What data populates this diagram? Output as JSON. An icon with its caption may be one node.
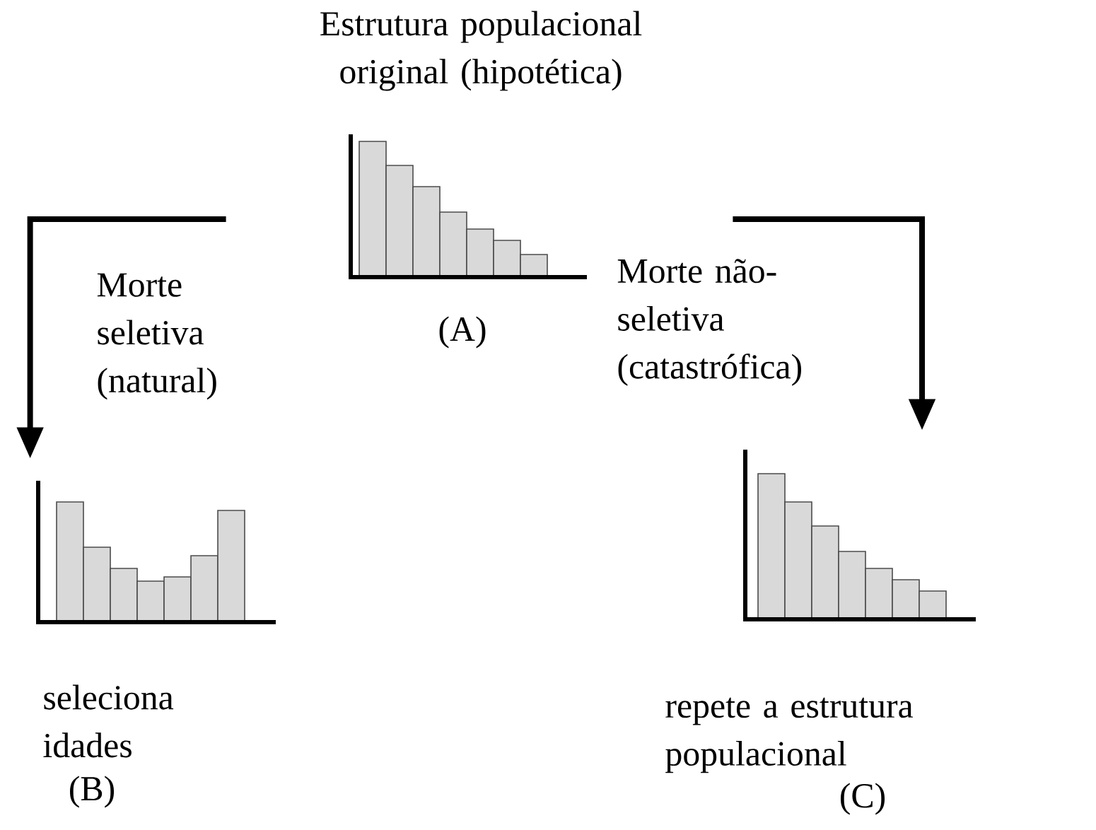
{
  "diagram": {
    "nodes": [
      {
        "text": [
          "Estrutura populacional original (hipotética)",
          "(A)"
        ]
      },
      {
        "text": [
          "seleciona idades",
          "(B)"
        ]
      },
      {
        "text": [
          "repete a estrutura populacional",
          "(C)"
        ]
      }
    ],
    "edges": [
      {
        "from": 0,
        "to": 1,
        "arrow": "to",
        "label": "Morte seletiva (natural)"
      },
      {
        "from": 0,
        "to": 2,
        "arrow": "to",
        "label": "Morte não-seletiva (catastrófica)"
      }
    ]
  }
}
